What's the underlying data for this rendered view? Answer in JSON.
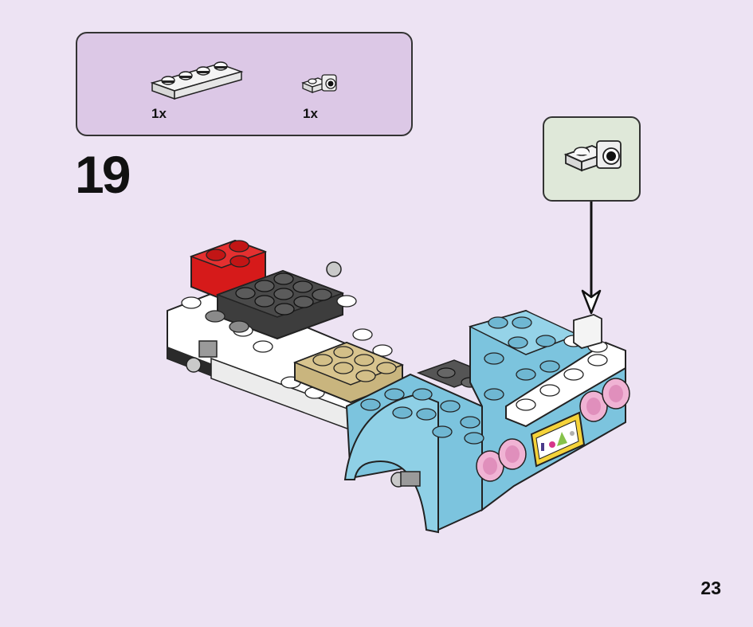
{
  "step": {
    "number": "19"
  },
  "page": {
    "number": "23"
  },
  "parts_list": [
    {
      "quantity": "1x",
      "icon": "white-plate-1x4-icon"
    },
    {
      "quantity": "1x",
      "icon": "white-bracket-with-stud-icon"
    }
  ],
  "callout": {
    "icon": "white-bracket-with-stud-icon"
  },
  "colors": {
    "background": "#ede3f3",
    "parts_panel": "#dcc8e6",
    "callout_panel": "#dfe8d9",
    "model_blue": "#7cc4de",
    "model_red": "#d61a1a",
    "model_tan": "#d8c48e",
    "model_dark_grey": "#4a4a4a"
  }
}
